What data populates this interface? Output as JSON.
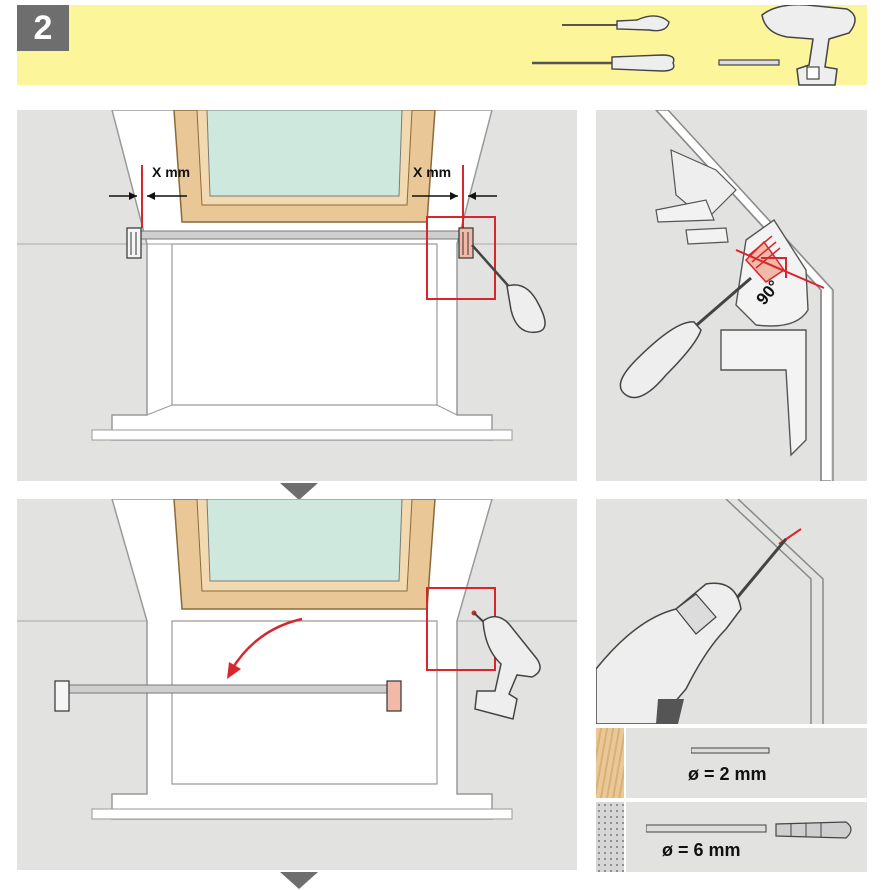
{
  "step": {
    "number": "2"
  },
  "panel_a": {
    "left_label": "X mm",
    "right_label": "X mm"
  },
  "panel_b": {
    "angle_label": "90°"
  },
  "drill_sizes": {
    "wood": {
      "label": "ø = 2 mm"
    },
    "masonry": {
      "label": "ø = 6 mm"
    }
  },
  "colors": {
    "header": "#fdf59a",
    "step_badge": "#6e6e6e",
    "accent_red": "#d7262e",
    "panel_bg": "#e2e2e0",
    "wood": "#e9c796",
    "glass": "#cfe8dd"
  },
  "icons": [
    "awl-icon",
    "screwdriver-icon",
    "drill-bit-icon",
    "cordless-drill-icon",
    "wall-plug-icon",
    "down-arrow-icon",
    "rotate-arrow-icon"
  ]
}
